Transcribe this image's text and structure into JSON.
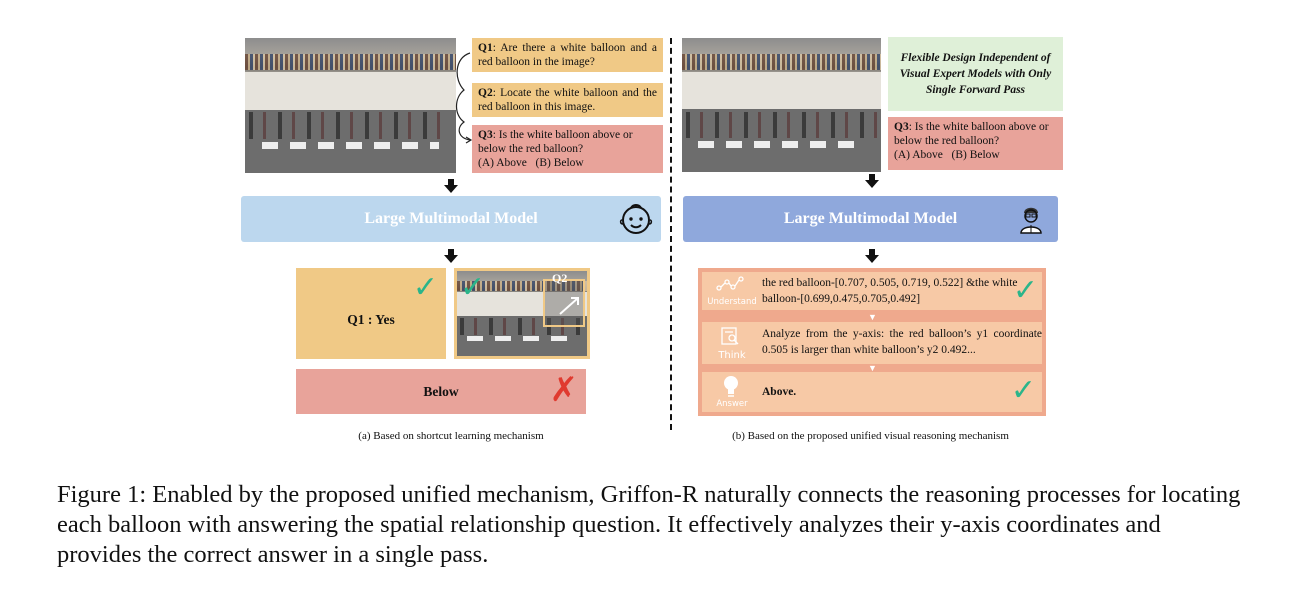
{
  "left": {
    "q1": {
      "tag": "Q1",
      "text": ": Are there a white balloon and a red balloon in the image?"
    },
    "q2": {
      "tag": "Q2",
      "text": ": Locate the white balloon and the red balloon in this image."
    },
    "q3": {
      "tag": "Q3",
      "text": ": Is the white balloon above or below the red balloon?",
      "options": "(A) Above   (B) Below"
    },
    "model": "Large Multimodal Model",
    "q1_answer": "Q1 : Yes",
    "q2_tag": "Q2",
    "q3_answer": "Below",
    "caption": "(a) Based on shortcut learning mechanism"
  },
  "right": {
    "design_note": "Flexible Design Independent of Visual Expert Models with Only Single Forward Pass",
    "q3": {
      "tag": "Q3",
      "text": ": Is the white balloon above or below the red balloon?",
      "options": "(A) Above   (B) Below"
    },
    "model": "Large Multimodal Model",
    "steps": [
      {
        "label": "Understand",
        "text": "the red balloon-[0.707, 0.505, 0.719, 0.522] &the white balloon-[0.699,0.475,0.705,0.492]"
      },
      {
        "label": "Think",
        "text": "Analyze from the y-axis: the red balloon’s y1 coordinate 0.505 is larger than white balloon’s y2 0.492..."
      },
      {
        "label": "Answer",
        "text": "Above."
      }
    ],
    "caption": "(b) Based on the proposed unified visual reasoning mechanism"
  },
  "figure_caption": "Figure 1: Enabled by the proposed unified mechanism, Griffon-R naturally connects the reasoning processes for locating each balloon with answering the spatial relationship question. It effectively analyzes their y-axis coordinates and provides the correct answer in a single pass.",
  "colors": {
    "orange": "#f0c986",
    "red": "#e8a39a",
    "green": "#dff0d8",
    "lmm_left": "#bcd7ee",
    "lmm_right": "#8fa8dc",
    "check": "#2bb58a",
    "cross": "#e03a2f"
  },
  "icons": [
    "baby-face-icon",
    "scientist-icon",
    "check-icon",
    "cross-icon",
    "network-icon",
    "search-doc-icon",
    "lightbulb-icon",
    "down-arrow-icon"
  ]
}
